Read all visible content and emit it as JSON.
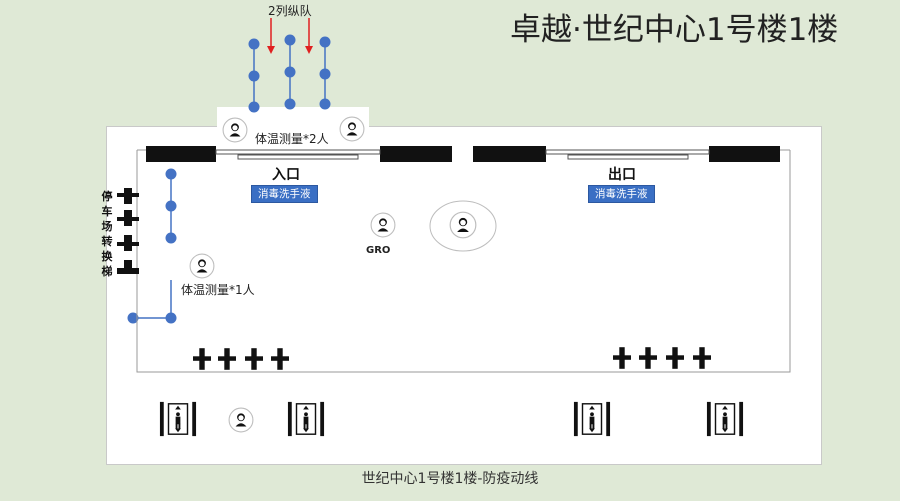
{
  "title": "卓越·世纪中心1号楼1楼",
  "queue_label": "2列纵队",
  "temp_top_label": "体温测量*2人",
  "temp_side_label": "体温测量*1人",
  "entrance_label": "入口",
  "exit_label": "出口",
  "sanitizer_left": "消毒洗手液",
  "sanitizer_right": "消毒洗手液",
  "gro_label": "GRO",
  "parking_label": [
    "停",
    "车",
    "场",
    "转",
    "换",
    "梯"
  ],
  "caption": "世纪中心1号楼1楼-防疫动线",
  "colors": {
    "dot": "#4472c4",
    "arrow": "#e02020",
    "wall": "#000000",
    "badge": "#3a6fc4"
  },
  "icons": [
    "person-icon",
    "elevator-icon",
    "down-arrow-icon",
    "turnstile-icon"
  ]
}
